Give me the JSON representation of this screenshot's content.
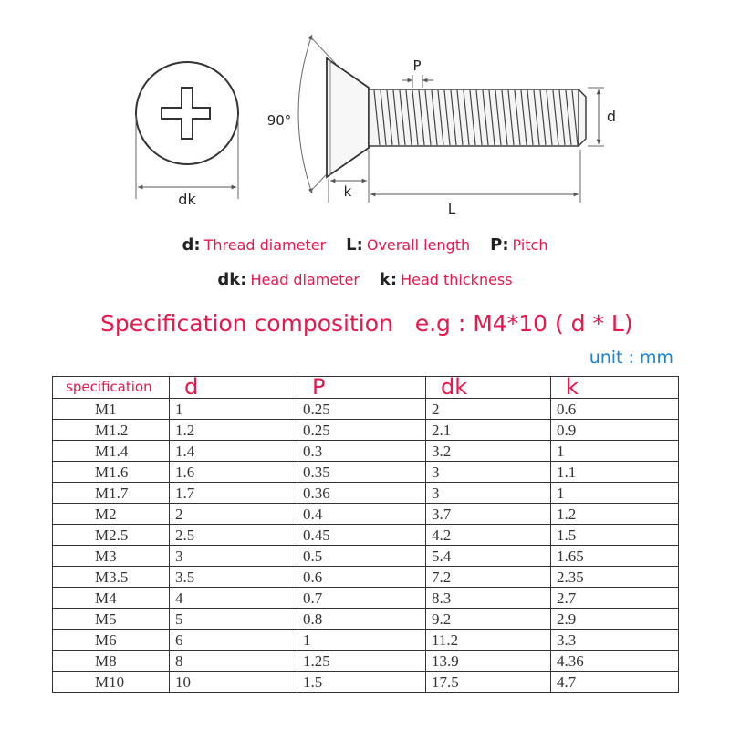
{
  "diagram": {
    "angle_label": "90°",
    "pitch_label": "P",
    "diameter_label": "d",
    "head_diameter_label": "dk",
    "head_thickness_label": "k",
    "length_label": "L"
  },
  "legend": [
    [
      {
        "sym": "d",
        "desc": "Thread diameter"
      },
      {
        "sym": "L",
        "desc": "Overall length"
      },
      {
        "sym": "P",
        "desc": "Pitch"
      }
    ],
    [
      {
        "sym": "dk",
        "desc": "Head diameter"
      },
      {
        "sym": "k",
        "desc": "Head thickness"
      }
    ]
  ],
  "legend_colon": ":",
  "spec_heading": {
    "title": "Specification composition",
    "example": "e.g : M4*10 ( d * L)"
  },
  "unit": "unit : mm",
  "colors": {
    "accent_red": "#e8174d",
    "unit_blue": "#1b82d4",
    "line": "#333333"
  },
  "table": {
    "columns": [
      "specification",
      "d",
      "P",
      "dk",
      "k"
    ],
    "rows": [
      [
        "M1",
        "1",
        "0.25",
        "2",
        "0.6"
      ],
      [
        "M1.2",
        "1.2",
        "0.25",
        "2.1",
        "0.9"
      ],
      [
        "M1.4",
        "1.4",
        "0.3",
        "3.2",
        "1"
      ],
      [
        "M1.6",
        "1.6",
        "0.35",
        "3",
        "1.1"
      ],
      [
        "M1.7",
        "1.7",
        "0.36",
        "3",
        "1"
      ],
      [
        "M2",
        "2",
        "0.4",
        "3.7",
        "1.2"
      ],
      [
        "M2.5",
        "2.5",
        "0.45",
        "4.2",
        "1.5"
      ],
      [
        "M3",
        "3",
        "0.5",
        "5.4",
        "1.65"
      ],
      [
        "M3.5",
        "3.5",
        "0.6",
        "7.2",
        "2.35"
      ],
      [
        "M4",
        "4",
        "0.7",
        "8.3",
        "2.7"
      ],
      [
        "M5",
        "5",
        "0.8",
        "9.2",
        "2.9"
      ],
      [
        "M6",
        "6",
        "1",
        "11.2",
        "3.3"
      ],
      [
        "M8",
        "8",
        "1.25",
        "13.9",
        "4.36"
      ],
      [
        "M10",
        "10",
        "1.5",
        "17.5",
        "4.7"
      ]
    ]
  }
}
